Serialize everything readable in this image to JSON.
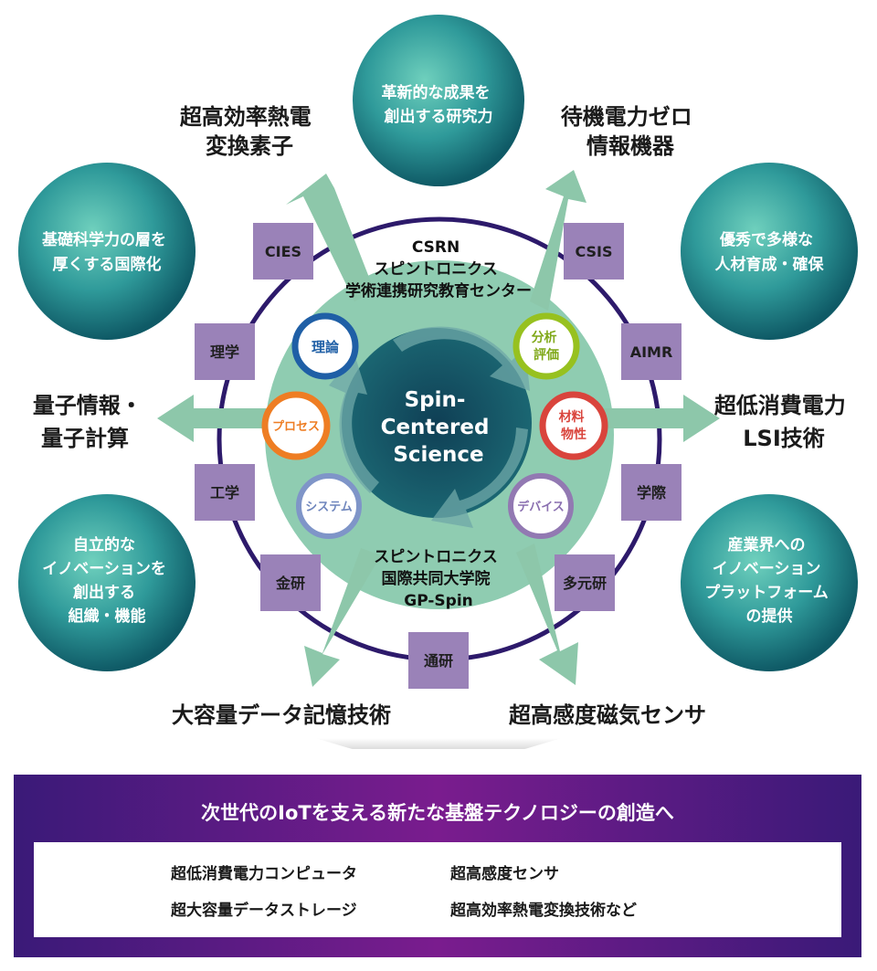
{
  "center": {
    "lines": [
      "Spin-",
      "Centered",
      "Science"
    ]
  },
  "csrn": {
    "lines": [
      "CSRN",
      "スピントロニクス",
      "学術連携研究教育センター"
    ]
  },
  "gpspin": {
    "lines": [
      "スピントロニクス",
      "国際共同大学院",
      "GP-Spin"
    ]
  },
  "inner_circles": [
    {
      "label": [
        "理論"
      ],
      "color": "#1f5fa6"
    },
    {
      "label": [
        "分析",
        "評価"
      ],
      "color": "#97c11f"
    },
    {
      "label": [
        "プロセス"
      ],
      "color": "#ee7d23"
    },
    {
      "label": [
        "材料",
        "物性"
      ],
      "color": "#d9443c"
    },
    {
      "label": [
        "システム"
      ],
      "color": "#7f95c8"
    },
    {
      "label": [
        "デバイス"
      ],
      "color": "#9279b2"
    }
  ],
  "boxes": [
    "CIES",
    "CSIS",
    "理学",
    "AIMR",
    "工学",
    "学際",
    "金研",
    "多元研",
    "通研"
  ],
  "arrow_targets": {
    "top_left": [
      "超高効率熱電",
      "変換素子"
    ],
    "top_right": [
      "待機電力ゼロ",
      "情報機器"
    ],
    "left": [
      "量子情報・",
      "量子計算"
    ],
    "right": [
      "超低消費電力",
      "LSI技術"
    ],
    "bottom_left": [
      "大容量データ記憶技術"
    ],
    "bottom_right": [
      "超高感度磁気センサ"
    ]
  },
  "bubbles": {
    "top": [
      "革新的な成果を",
      "創出する研究力"
    ],
    "upper_left": [
      "基礎科学力の層を",
      "厚くする国際化"
    ],
    "upper_right": [
      "優秀で多様な",
      "人材育成・確保"
    ],
    "lower_left": [
      "自立的な",
      "イノベーションを",
      "創出する",
      "組織・機能"
    ],
    "lower_right": [
      "産業界への",
      "イノベーション",
      "プラットフォーム",
      "の提供"
    ]
  },
  "colors": {
    "accent_purple": "#2d1a6b",
    "box_fill": "#9a82b8",
    "mint": "#8fccb1",
    "arrow_green": "#8dc7aa",
    "center_dark": "#104050",
    "bubble_light": "#6fd0bd",
    "bubble_dark": "#0f5a66"
  },
  "banner": {
    "title": "次世代のIoTを支える新たな基盤テクノロジーの創造へ",
    "items": [
      "超低消費電力コンピュータ",
      "超高感度センサ",
      "超大容量データストレージ",
      "超高効率熱電変換技術など"
    ]
  }
}
